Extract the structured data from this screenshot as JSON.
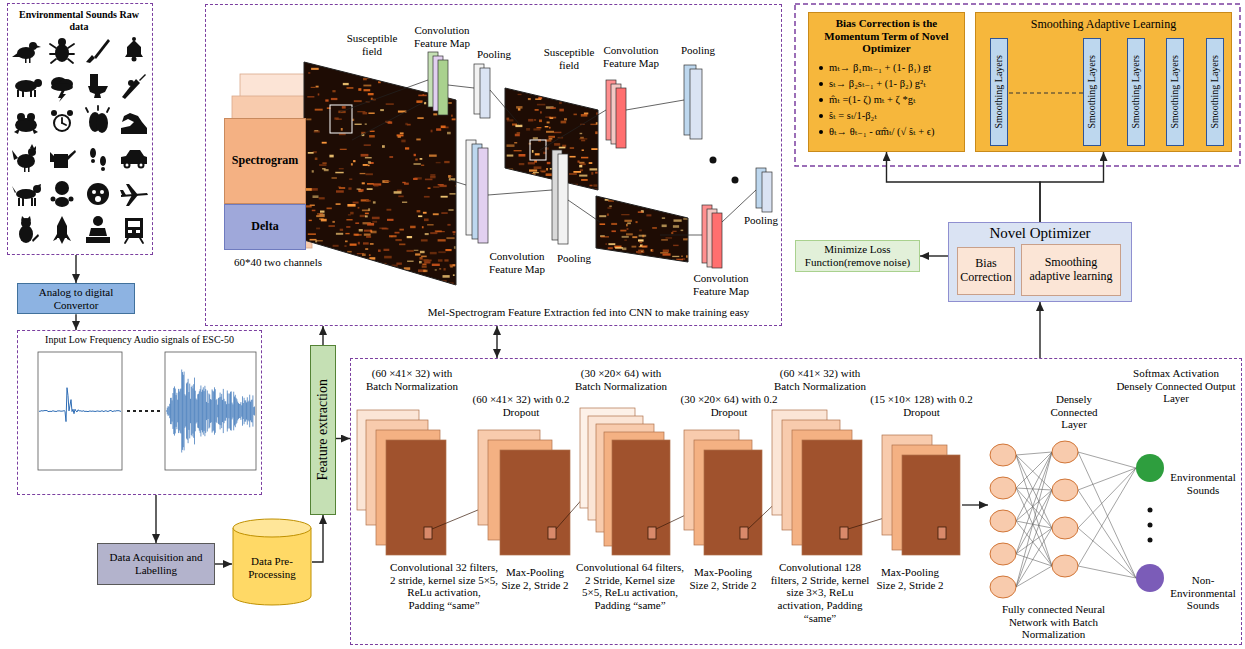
{
  "diagram": {
    "nodes": [
      {
        "text": [
          "Environmental Sounds Raw data"
        ]
      },
      {
        "text": [
          "Analog to digital Convertor"
        ]
      },
      {
        "text": [
          "Input Low Frequency Audio signals of ESC-50"
        ]
      },
      {
        "text": [
          "Data Acquisition and Labelling"
        ]
      },
      {
        "text": [
          "Data Pre-Processing"
        ]
      },
      {
        "text": [
          "Feature extraction"
        ]
      },
      {
        "text": [
          "Mel-Spectrogram Feature Extraction fed into CNN to make training easy"
        ]
      },
      {
        "text": [
          "Spectrogram"
        ],
        "in": 6
      },
      {
        "text": [
          "Delta"
        ],
        "in": 6
      },
      {
        "text": [
          "Bias Correction is the Momentum Term of Novel Optimizer",
          "mₜ→ β₁mₜ₋₁ + (1- β₁) gt",
          "sₜ→ β₂sₜ₋₁ + (1- β₂) g²ₜ",
          "m̂ₜ =(1- ζ) mₜ + ζ *gₜ",
          "ŝₜ = sₜ/1-β₂ₜ",
          "θₜ→ θₜ₋₁ - αm̂ₜ/ (√ ŝₜ + ϵ)"
        ]
      },
      {
        "text": [
          "Smoothing Adaptive Learning"
        ]
      },
      {
        "text": [
          "Smoothing Layers"
        ],
        "in": 10
      },
      {
        "text": [
          "Smoothing Layers"
        ],
        "in": 10
      },
      {
        "text": [
          "Smoothing Layers"
        ],
        "in": 10
      },
      {
        "text": [
          "Smoothing Layers"
        ],
        "in": 10
      },
      {
        "text": [
          "Smoothing Layers"
        ],
        "in": 10
      },
      {
        "text": [
          "Minimize Loss Function(remove noise)"
        ]
      },
      {
        "text": [
          "Novel Optimizer"
        ]
      },
      {
        "text": [
          "Bias Correction"
        ],
        "in": 17
      },
      {
        "text": [
          "Smoothing adaptive learning"
        ],
        "in": 17
      },
      {
        "text": [
          "(60 ×41× 32) with Batch Normalization",
          "(60 ×41× 32) with 0.2 Dropout",
          "(30 ×20× 64) with Batch Normalization",
          "(30 ×20× 64) with 0.2 Dropout",
          "(60 ×41× 32) with Batch Normalization",
          "(15 ×10× 128) with 0.2 Dropout",
          "Convolutional 32 filters, 2 stride, kernel size 5×5, ReLu activation, Padding “same”",
          "Max-Pooling Size 2, Stride 2",
          "Convolutional 64 filters, 2 Stride, Kernel size 5×5, ReLu activation, Padding “same”",
          "Max-Pooling Size 2, Stride 2",
          "Convolutional 128 filters, 2 Stride, kernel size 3×3, ReLu activation, Padding “same”",
          "Max-Pooling Size 2, Stride 2",
          "Densely Connected Layer",
          "Softmax Activation Densely Connected Output Layer",
          "Environmental Sounds",
          "Non-Environmental Sounds",
          "Fully connected Neural Network with Batch Normalization"
        ]
      }
    ],
    "edges": [
      {
        "from": 0,
        "to": 1,
        "arrow": "to"
      },
      {
        "from": 1,
        "to": 2,
        "arrow": "to"
      },
      {
        "from": 2,
        "to": 3,
        "arrow": "to"
      },
      {
        "from": 3,
        "to": 4,
        "arrow": "to"
      },
      {
        "from": 4,
        "to": 5,
        "arrow": "to"
      },
      {
        "from": 5,
        "to": 6,
        "arrow": "to"
      },
      {
        "from": 5,
        "to": 20,
        "arrow": "to"
      },
      {
        "from": 6,
        "to": 20,
        "arrow": "both"
      },
      {
        "from": 20,
        "to": 17,
        "arrow": "to"
      },
      {
        "from": 17,
        "to": 16,
        "arrow": "to"
      },
      {
        "from": 17,
        "to": 9,
        "arrow": "to"
      },
      {
        "from": 17,
        "to": 10,
        "arrow": "to"
      }
    ],
    "labels": [
      "Susceptible field",
      "Convolution Feature Map",
      "Pooling",
      "Susceptible field",
      "Convolution Feature Map",
      "Pooling",
      "60*40 two channels",
      "Pooling",
      "Convolution Feature Map",
      "Convolution Feature Map",
      "Pooling"
    ]
  }
}
